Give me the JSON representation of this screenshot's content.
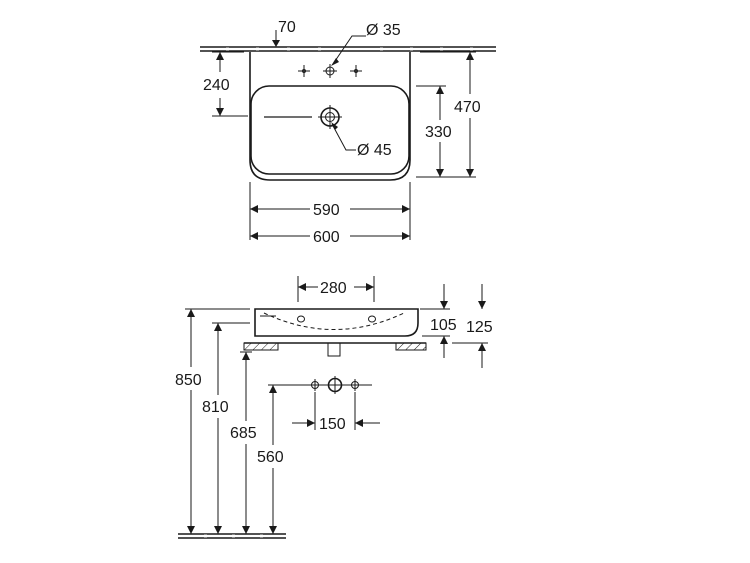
{
  "drawing": {
    "top_view": {
      "tap_hole_spacing": "70",
      "tap_hole_diameter": "Ø 35",
      "tap_hole_height": "240",
      "overall_depth": "470",
      "bowl_depth": "330",
      "drain_diameter": "Ø 45",
      "bowl_width": "590",
      "overall_width": "600"
    },
    "side_view": {
      "tap_hole_distance": "280",
      "basin_height": "105",
      "total_height": "125",
      "tap_spacing": "150",
      "height_850": "850",
      "height_810": "810",
      "height_685": "685",
      "height_560": "560"
    }
  },
  "colors": {
    "line": "#1a1a1a",
    "background": "#ffffff"
  }
}
